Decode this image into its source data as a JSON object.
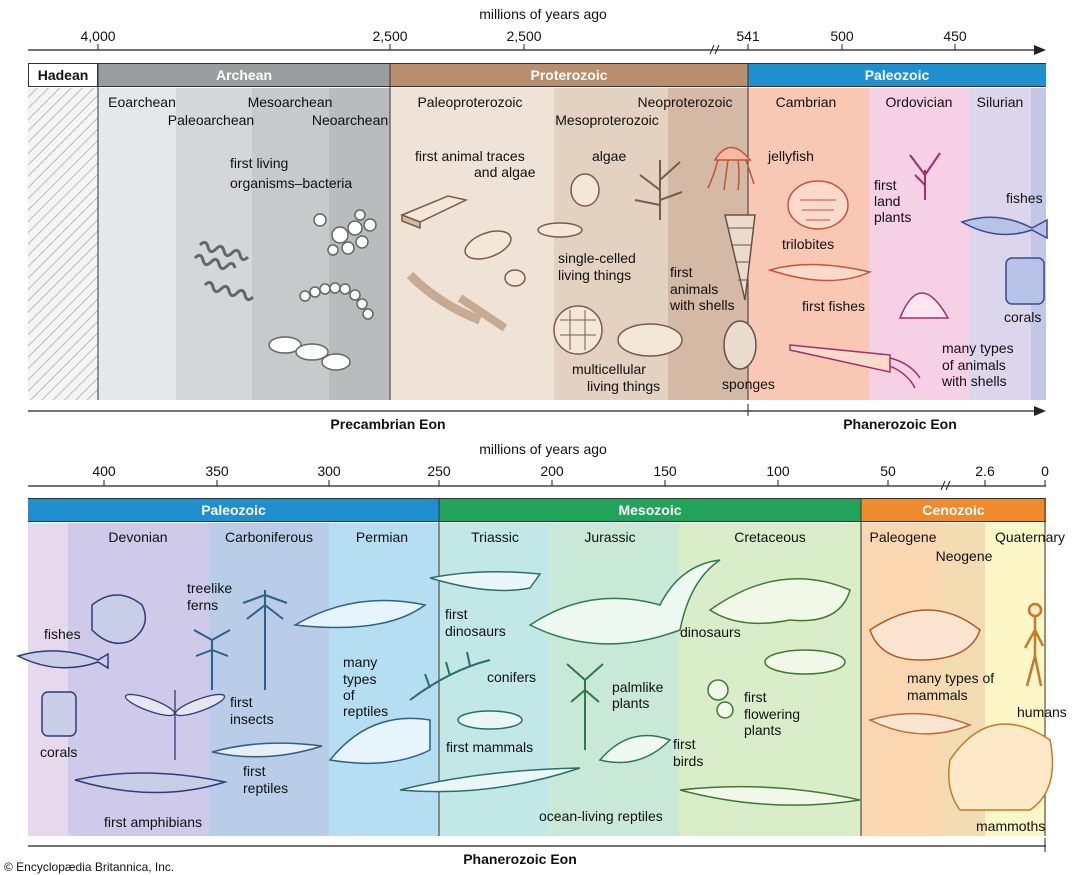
{
  "axis_title": "millions of years ago",
  "top": {
    "ticks": [
      "4,000",
      "2,500",
      "2,500",
      "541",
      "500",
      "450"
    ],
    "hadean": "Hadean",
    "eras": {
      "archean": "Archean",
      "proterozoic": "Proterozoic",
      "paleozoic": "Paleozoic"
    },
    "subdivisions": {
      "eoarchean": "Eoarchean",
      "paleoarchean": "Paleoarchean",
      "mesoarchean": "Mesoarchean",
      "neoarchean": "Neoarchean",
      "paleoproterozoic": "Paleoproterozoic",
      "mesoproterozoic": "Mesoproterozoic",
      "neoproterozoic": "Neoproterozoic",
      "cambrian": "Cambrian",
      "ordovician": "Ordovician",
      "silurian": "Silurian"
    },
    "labels": {
      "first_living_1": "first living",
      "first_living_2": "organisms–bacteria",
      "animal_traces_1": "first animal traces",
      "animal_traces_2": "and algae",
      "algae": "algae",
      "single_celled_1": "single-celled",
      "single_celled_2": "living things",
      "multicellular_1": "multicellular",
      "multicellular_2": "living things",
      "first_animals_1": "first",
      "first_animals_2": "animals",
      "first_animals_3": "with shells",
      "sponges": "sponges",
      "jellyfish": "jellyfish",
      "trilobites": "trilobites",
      "first_fishes": "first fishes",
      "first_land_1": "first",
      "first_land_2": "land",
      "first_land_3": "plants",
      "fishes": "fishes",
      "corals": "corals",
      "many_types_1": "many types",
      "many_types_2": "of animals",
      "many_types_3": "with shells"
    },
    "eons": {
      "precambrian": "Precambrian Eon",
      "phanerozoic": "Phanerozoic  Eon"
    }
  },
  "bottom": {
    "ticks": [
      "400",
      "350",
      "300",
      "250",
      "200",
      "150",
      "100",
      "50",
      "2.6",
      "0"
    ],
    "eras": {
      "paleozoic": "Paleozoic",
      "mesozoic": "Mesozoic",
      "cenozoic": "Cenozoic"
    },
    "periods": {
      "devonian": "Devonian",
      "carboniferous": "Carboniferous",
      "permian": "Permian",
      "triassic": "Triassic",
      "jurassic": "Jurassic",
      "cretaceous": "Cretaceous",
      "paleogene": "Paleogene",
      "neogene": "Neogene",
      "quaternary": "Quaternary"
    },
    "labels": {
      "fishes": "fishes",
      "corals": "corals",
      "first_amphibians": "first amphibians",
      "treelike_1": "treelike",
      "treelike_2": "ferns",
      "first_insects_1": "first",
      "first_insects_2": "insects",
      "first_reptiles_1": "first",
      "first_reptiles_2": "reptiles",
      "many_reptiles_1": "many",
      "many_reptiles_2": "types",
      "many_reptiles_3": "of",
      "many_reptiles_4": "reptiles",
      "first_dinosaurs_1": "first",
      "first_dinosaurs_2": "dinosaurs",
      "conifers": "conifers",
      "first_mammals": "first mammals",
      "palmlike_1": "palmlike",
      "palmlike_2": "plants",
      "first_birds_1": "first",
      "first_birds_2": "birds",
      "ocean_reptiles": "ocean-living reptiles",
      "dinosaurs": "dinosaurs",
      "first_flowering_1": "first",
      "first_flowering_2": "flowering",
      "first_flowering_3": "plants",
      "many_mammals_1": "many types of",
      "many_mammals_2": "mammals",
      "humans": "humans",
      "mammoths": "mammoths"
    },
    "eon": "Phanerozoic  Eon"
  },
  "copyright": "© Encyclopædia Britannica, Inc.",
  "colors": {
    "archean": "#9a9c9e",
    "proterozoic": "#b88e6e",
    "paleozoic": "#1f8fcf",
    "mesozoic": "#22a35c",
    "cenozoic": "#ef8a2e"
  }
}
